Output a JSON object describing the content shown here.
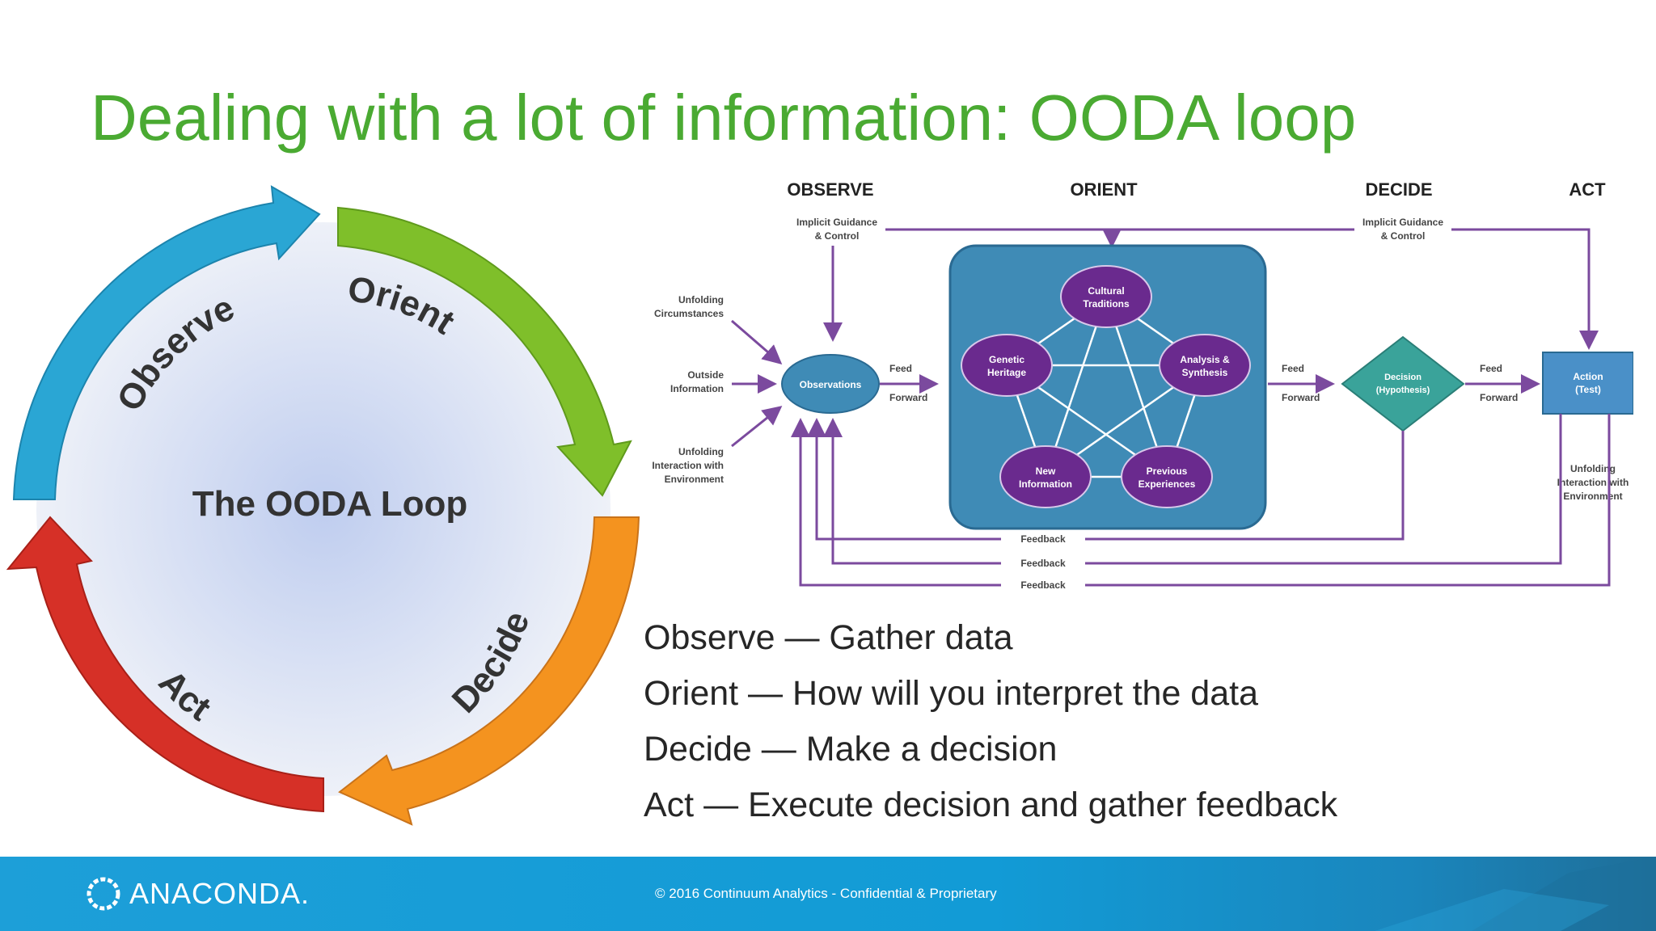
{
  "slide": {
    "title": "Dealing with a lot of information:  OODA loop"
  },
  "cycle": {
    "center_label": "The OODA Loop",
    "arrows": [
      {
        "label": "Observe",
        "color": "#2aa6d4"
      },
      {
        "label": "Orient",
        "color": "#7fbf2a"
      },
      {
        "label": "Decide",
        "color": "#f4931f"
      },
      {
        "label": "Act",
        "color": "#d63027"
      }
    ]
  },
  "flow": {
    "phases": [
      "OBSERVE",
      "ORIENT",
      "DECIDE",
      "ACT"
    ],
    "guidance_left": [
      "Implicit Guidance",
      "& Control"
    ],
    "guidance_right": [
      "Implicit Guidance",
      "& Control"
    ],
    "inputs": [
      [
        "Unfolding",
        "Circumstances"
      ],
      [
        "Outside",
        "Information"
      ],
      [
        "Unfolding",
        "Interaction with",
        "Environment"
      ]
    ],
    "observations": "Observations",
    "orient_nodes": [
      [
        "Cultural",
        "Traditions"
      ],
      [
        "Analysis &",
        "Synthesis"
      ],
      [
        "Previous",
        "Experiences"
      ],
      [
        "New",
        "Information"
      ],
      [
        "Genetic",
        "Heritage"
      ]
    ],
    "feed_forward": [
      "Feed",
      "Forward"
    ],
    "decision": [
      "Decision",
      "(Hypothesis)"
    ],
    "action": [
      "Action",
      "(Test)"
    ],
    "act_interaction": [
      "Unfolding",
      "Interaction with",
      "Environment"
    ],
    "feedback": [
      "Feedback",
      "Feedback",
      "Feedback"
    ],
    "colors": {
      "purple": "#7b4a9e",
      "box": "#3f8bb6",
      "node": "#6a2a8e",
      "teal": "#3aa39a",
      "action": "#4a90c8"
    }
  },
  "bullets": [
    "Observe — Gather data",
    "Orient — How will you interpret the data",
    "Decide — Make a decision",
    "Act — Execute decision and gather feedback"
  ],
  "footer": {
    "logo_text": "ANACONDA.",
    "copyright": "© 2016 Continuum Analytics - Confidential & Proprietary",
    "color": "#129bd6"
  }
}
